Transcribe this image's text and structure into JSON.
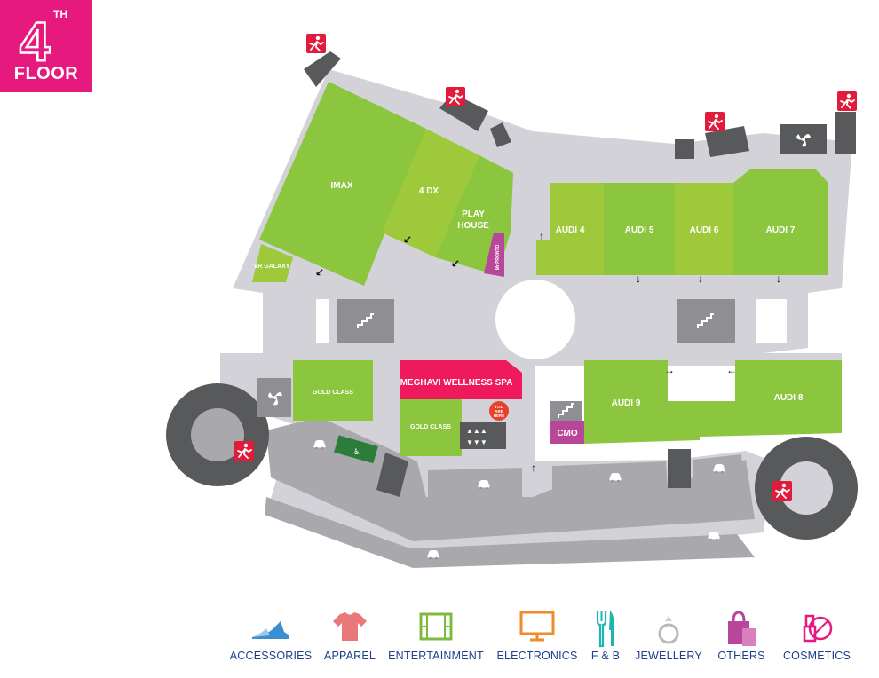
{
  "floor": {
    "number": "4",
    "superscript": "TH",
    "label": "FLOOR"
  },
  "colors": {
    "badge": "#e6197f",
    "corridor": "#d2d2d8",
    "corridor_dark": "#a9a9ad",
    "store_green": "#8cc63f",
    "store_green_alt": "#9dc93a",
    "spa": "#ef1a5b",
    "purple": "#b8479a",
    "service": "#58595b",
    "exit": "#e21b3c",
    "legend_text": "#1d3f8c"
  },
  "stores": {
    "imax": "IMAX",
    "four_dx": "4 DX",
    "play_house_1": "PLAY",
    "play_house_2": "HOUSE",
    "vr_galaxy": "VR GALAXY",
    "mr_pronto": "Mr PRONTO",
    "audi4": "AUDI 4",
    "audi5": "AUDI 5",
    "audi6": "AUDI 6",
    "audi7": "AUDI 7",
    "audi8": "AUDI 8",
    "audi9": "AUDI 9",
    "gold_class_1": "GOLD CLASS",
    "gold_class_2": "GOLD CLASS",
    "spa": "MEGHAVI WELLNESS SPA",
    "cmo": "CMO",
    "you_are_here_1": "YOU",
    "you_are_here_2": "ARE",
    "you_are_here_3": "HERE"
  },
  "legend": [
    {
      "label": "ACCESSORIES",
      "icon": "shoe-icon",
      "color": "#3a8fd0"
    },
    {
      "label": "APPAREL",
      "icon": "tshirt-icon",
      "color": "#e8787a"
    },
    {
      "label": "ENTERTAINMENT",
      "icon": "film-strip-icon",
      "color": "#7dbb3f"
    },
    {
      "label": "ELECTRONICS",
      "icon": "monitor-icon",
      "color": "#f08a2c"
    },
    {
      "label": "F & B",
      "icon": "cutlery-icon",
      "color": "#1eb4b0"
    },
    {
      "label": "JEWELLERY",
      "icon": "ring-icon",
      "color": "#b8b8b8"
    },
    {
      "label": "OTHERS",
      "icon": "shopping-bag-icon",
      "color": "#b8479a"
    },
    {
      "label": "COSMETICS",
      "icon": "cosmetics-icon",
      "color": "#e6197f"
    }
  ]
}
